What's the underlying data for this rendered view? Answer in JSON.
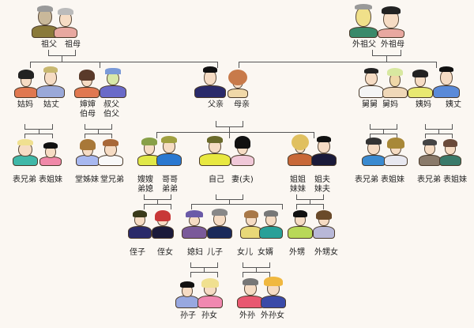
{
  "diagram": {
    "title": "",
    "type": "family-tree",
    "colors": {
      "background": "#fbf7f2",
      "line": "#555555",
      "text": "#222222"
    },
    "generations": [
      {
        "level": 1,
        "couples": [
          {
            "id": "paternal-grandparents",
            "members": [
              "祖父",
              "祖母"
            ]
          },
          {
            "id": "maternal-grandparents",
            "members": [
              "外祖父",
              "外祖母"
            ]
          }
        ]
      },
      {
        "level": 2,
        "couples": [
          {
            "id": "paternal-aunt",
            "members": [
              "姑妈",
              "姑丈"
            ]
          },
          {
            "id": "paternal-uncle",
            "members": [
              "婶婶\n伯母",
              "叔父\n伯父"
            ]
          },
          {
            "id": "parents",
            "members": [
              "父亲",
              "母亲"
            ]
          },
          {
            "id": "maternal-uncle",
            "members": [
              "舅舅",
              "舅妈"
            ]
          },
          {
            "id": "maternal-aunt",
            "members": [
              "姨妈",
              "姨丈"
            ]
          }
        ]
      },
      {
        "level": 3,
        "groups": [
          {
            "id": "cousins-paternal-aunt",
            "members": [
              "表兄弟",
              "表姐妹"
            ]
          },
          {
            "id": "cousins-paternal-uncle",
            "members": [
              "堂姊妹",
              "堂兄弟"
            ]
          },
          {
            "id": "brothers",
            "members": [
              "嫂嫂\n弟媳",
              "哥哥\n弟弟"
            ]
          },
          {
            "id": "self",
            "members": [
              "自己",
              "妻(夫)"
            ]
          },
          {
            "id": "sisters",
            "members": [
              "姐姐\n妹妹",
              "姐夫\n妹夫"
            ]
          },
          {
            "id": "cousins-maternal-uncle",
            "members": [
              "表兄弟",
              "表姐妹"
            ]
          },
          {
            "id": "cousins-maternal-aunt",
            "members": [
              "表兄弟",
              "表姐妹"
            ]
          }
        ]
      },
      {
        "level": 4,
        "groups": [
          {
            "id": "brothers-children",
            "members": [
              "侄子",
              "侄女"
            ]
          },
          {
            "id": "son",
            "members": [
              "媳妇",
              "儿子"
            ]
          },
          {
            "id": "daughter",
            "members": [
              "女儿",
              "女婿"
            ]
          },
          {
            "id": "sisters-children",
            "members": [
              "外甥",
              "外甥女"
            ]
          }
        ]
      },
      {
        "level": 5,
        "groups": [
          {
            "id": "sons-children",
            "members": [
              "孙子",
              "孙女"
            ]
          },
          {
            "id": "daughters-children",
            "members": [
              "外孙",
              "外孙女"
            ]
          }
        ]
      }
    ]
  },
  "labels": {
    "zufu": "祖父",
    "zumu": "祖母",
    "waizufu": "外祖父",
    "waizumu": "外祖母",
    "gума": "姑妈",
    "guma": "姑妈",
    "guzhang": "姑丈",
    "shenshen": "婶婶",
    "bomu": "伯母",
    "shufu": "叔父",
    "bofu": "伯父",
    "fuqin": "父亲",
    "muqin": "母亲",
    "jiujiu": "舅舅",
    "jiuma": "舅妈",
    "yima": "姨妈",
    "yizhang": "姨丈",
    "biaoxiongdi1": "表兄弟",
    "biaojiemei1": "表姐妹",
    "tangzimei": "堂姊妹",
    "tangxiongdi": "堂兄弟",
    "saosao": "嫂嫂",
    "dixi": "弟媳",
    "gege": "哥哥",
    "didi": "弟弟",
    "ziji": "自己",
    "qifu": "妻(夫)",
    "jiejie": "姐姐",
    "meimei": "妹妹",
    "jiefu": "姐夫",
    "meifu": "妹夫",
    "biaoxiongdi2": "表兄弟",
    "biaojiemei2": "表姐妹",
    "biaoxiongdi3": "表兄弟",
    "biaojiemei3": "表姐妹",
    "zhizi": "侄子",
    "zhinv": "侄女",
    "xifu": "媳妇",
    "erzi": "儿子",
    "nver": "女儿",
    "nvxu": "女婿",
    "waisheng": "外甥",
    "waishengnv": "外甥女",
    "sunzi": "孙子",
    "sunnv": "孙女",
    "waisun": "外孙",
    "waisunnv": "外孙女"
  }
}
